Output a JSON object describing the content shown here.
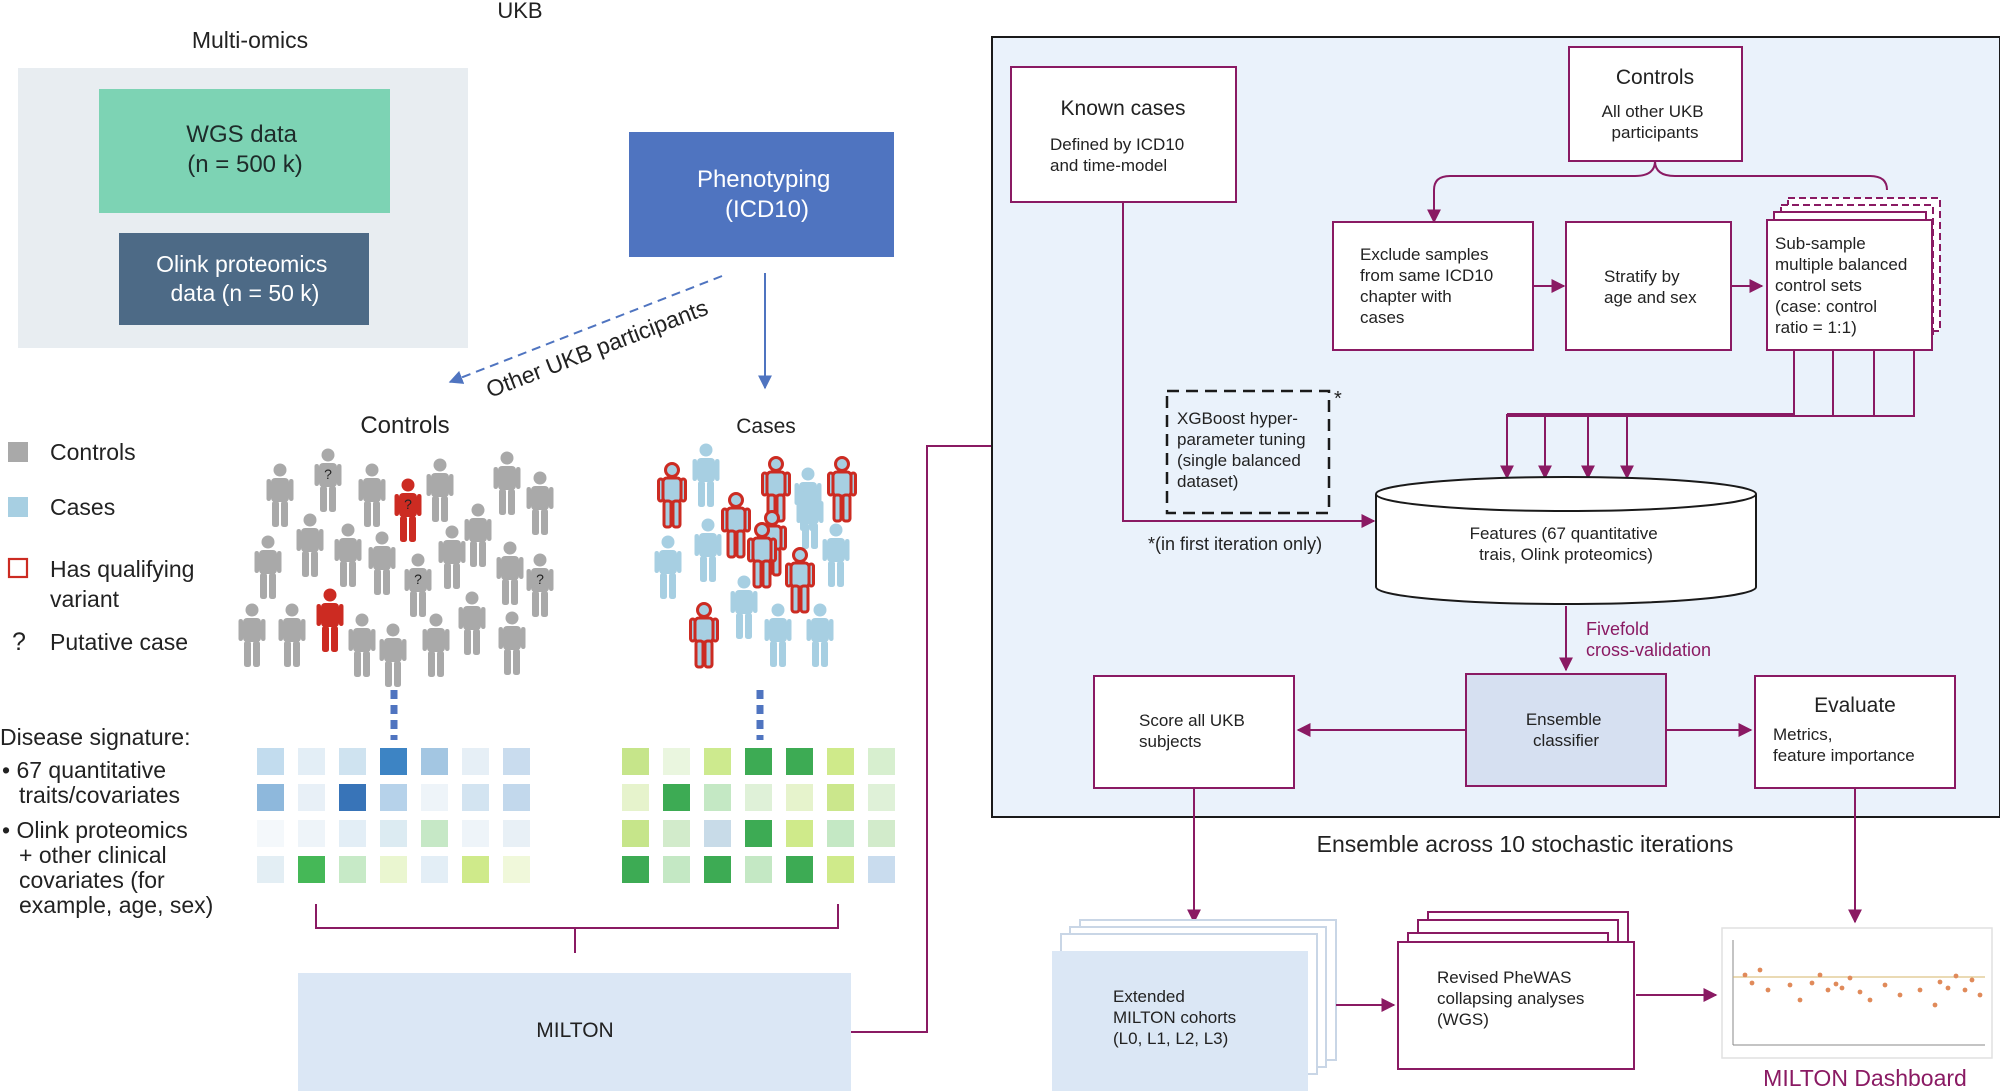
{
  "top": {
    "ukb": "UKB",
    "multiomics": "Multi-omics"
  },
  "data_sources": {
    "wgs": [
      "WGS data",
      "(n = 500 k)"
    ],
    "olink": [
      "Olink proteomics",
      "data (n = 50 k)"
    ]
  },
  "phenotyping": [
    "Phenotyping",
    "(ICD10)"
  ],
  "other_participants": "Other UKB participants",
  "groups": {
    "controls": "Controls",
    "cases": "Cases"
  },
  "legend": {
    "controls": "Controls",
    "cases": "Cases",
    "qualifying": [
      "Has qualifying",
      "variant"
    ],
    "putative_symbol": "?",
    "putative": "Putative case"
  },
  "disease_signature": {
    "title": "Disease signature:",
    "bullet1": [
      "• 67 quantitative",
      "traits/covariates"
    ],
    "bullet2": [
      "• Olink proteomics",
      "+ other clinical",
      "covariates (for",
      "example, age, sex)"
    ]
  },
  "milton": "MILTON",
  "pipeline": {
    "known_cases": {
      "title": "Known cases",
      "desc": [
        "Defined by ICD10",
        "and time-model"
      ]
    },
    "controls": {
      "title": "Controls",
      "desc": [
        "All other UKB",
        "participants"
      ]
    },
    "exclude": [
      "Exclude samples",
      "from same ICD10",
      "chapter with",
      "cases"
    ],
    "stratify": [
      "Stratify by",
      "age and sex"
    ],
    "subsample": [
      "Sub-sample",
      "multiple balanced",
      "control sets",
      "(case: control",
      "ratio = 1:1)"
    ],
    "xgboost": [
      "XGBoost hyper-",
      "parameter tuning",
      "(single balanced",
      "dataset)"
    ],
    "asterisk": "*",
    "first_iteration": "*(in first iteration only)",
    "features": [
      "Features (67 quantitative",
      "trais, Olink proteomics)"
    ],
    "fivefold": [
      "Fivefold",
      "cross-validation"
    ],
    "ensemble": [
      "Ensemble",
      "classifier"
    ],
    "score": [
      "Score all UKB",
      "subjects"
    ],
    "evaluate": {
      "title": "Evaluate",
      "desc": [
        "Metrics,",
        "feature importance"
      ]
    },
    "footer": "Ensemble across 10 stochastic iterations"
  },
  "outputs": {
    "extended": [
      "Extended",
      "MILTON cohorts",
      "(L0, L1, L2, L3)"
    ],
    "phewas": [
      "Revised PheWAS",
      "collapsing analyses",
      "(WGS)"
    ],
    "dashboard": "MILTON Dashboard"
  },
  "colors": {
    "wgs": "#7dd3b4",
    "olink": "#4d6a86",
    "phenotyping": "#4f74c0",
    "maroon": "#8a1a63",
    "case_blue": "#a7cfe2",
    "control_gray": "#a9a9a9",
    "variant_red": "#cc2b22",
    "panel_bg": "#eaf2fb"
  }
}
